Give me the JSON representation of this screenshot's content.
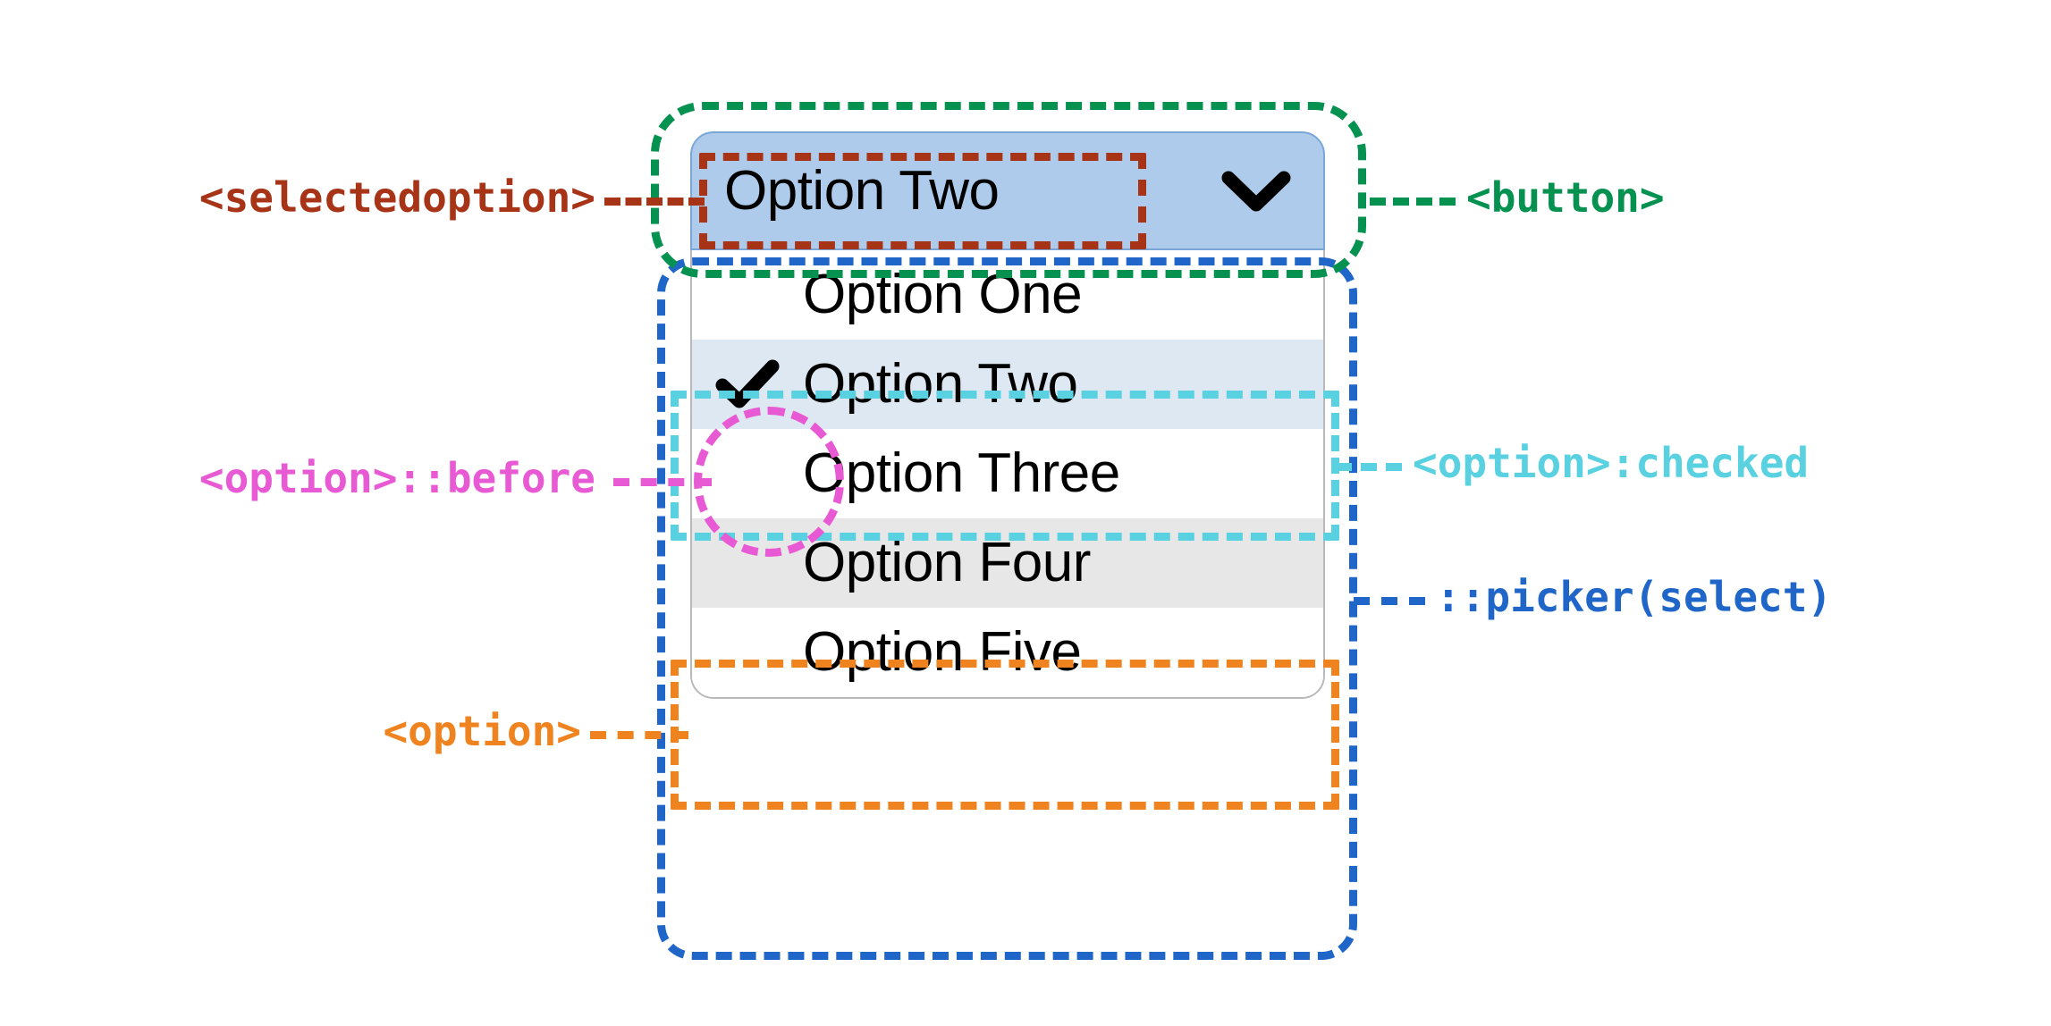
{
  "widget": {
    "type": "native-select-with-open-picker",
    "button": {
      "selected_label": "Option Two",
      "chevron_icon": "chevron-down-icon",
      "background_color": "#aecbeb",
      "border_color": "#7ba7d8"
    },
    "picker": {
      "border_color": "#b9b9b9",
      "options": [
        {
          "label": "Option One",
          "checked": false,
          "hovered": false,
          "marker": ""
        },
        {
          "label": "Option Two",
          "checked": true,
          "hovered": false,
          "marker": "check-icon"
        },
        {
          "label": "Option Three",
          "checked": false,
          "hovered": false,
          "marker": ""
        },
        {
          "label": "Option Four",
          "checked": false,
          "hovered": true,
          "marker": ""
        },
        {
          "label": "Option Five",
          "checked": false,
          "hovered": false,
          "marker": ""
        }
      ],
      "checked_row_background": "#dde8f2",
      "hovered_row_background": "#e7e7e7"
    }
  },
  "annotations": [
    {
      "id": "selectedoption",
      "text": "<selectedoption>",
      "color": "#a83418",
      "side": "left",
      "target": "selected-option-text-box"
    },
    {
      "id": "button",
      "text": "<button>",
      "color": "#05914f",
      "side": "right",
      "target": "select-button-box"
    },
    {
      "id": "option-before",
      "text": "<option>::before",
      "color": "#e85ad4",
      "side": "left",
      "target": "option-before-circle"
    },
    {
      "id": "option-checked",
      "text": "<option>:checked",
      "color": "#5ad1e0",
      "side": "right",
      "target": "option-checked-box"
    },
    {
      "id": "picker-select",
      "text": "::picker(select)",
      "color": "#1f66c8",
      "side": "right",
      "target": "picker-box"
    },
    {
      "id": "option",
      "text": "<option>",
      "color": "#ee8320",
      "side": "left",
      "target": "option-box"
    }
  ],
  "colors": {
    "selectedoption": "#a83418",
    "button": "#05914f",
    "option_before": "#e85ad4",
    "option_checked": "#5ad1e0",
    "picker": "#1f66c8",
    "option": "#ee8320",
    "text": "#000000",
    "page_background": "#ffffff"
  }
}
